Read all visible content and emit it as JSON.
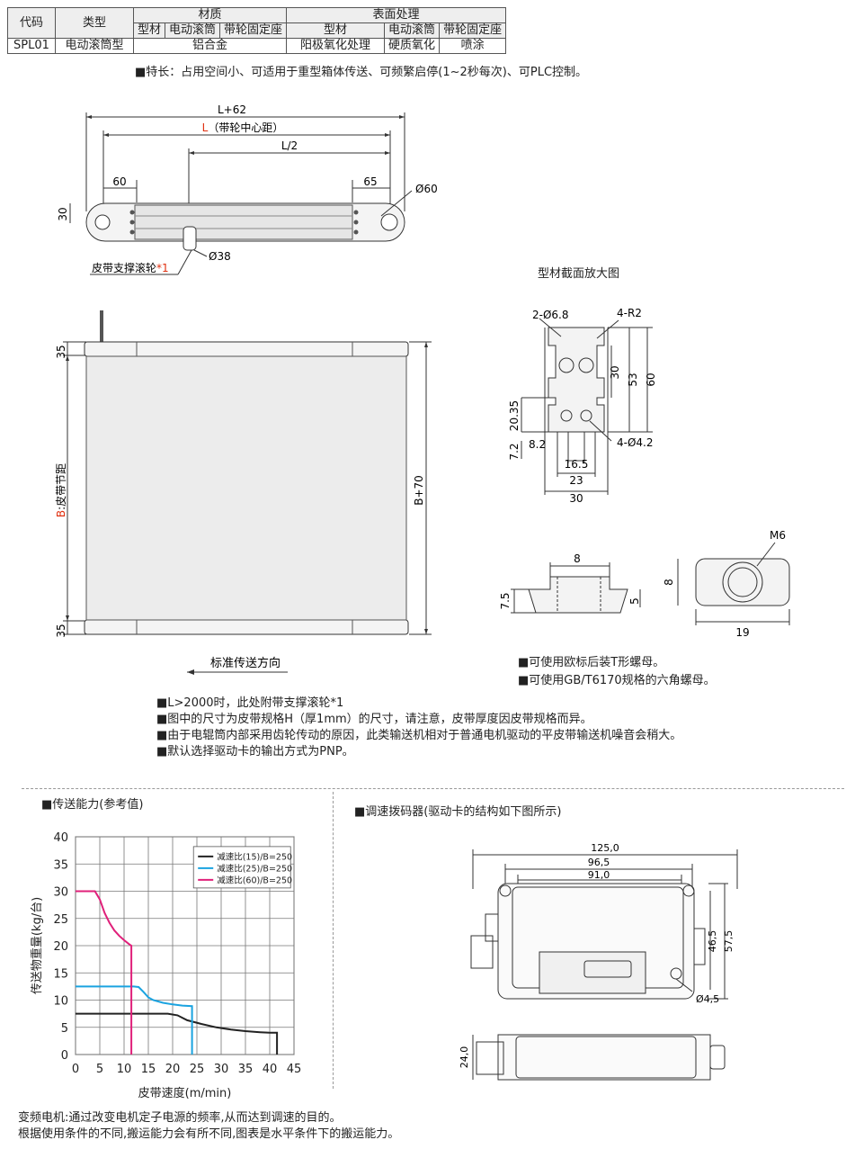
{
  "table": {
    "h_code": "代码",
    "h_type": "类型",
    "h_material": "材质",
    "h_surface": "表面处理",
    "sub_profile": "型材",
    "sub_roller": "电动滚筒",
    "sub_seat": "带轮固定座",
    "sub2_profile": "型材",
    "sub2_roller": "电动滚筒",
    "sub2_seat": "带轮固定座",
    "code": "SPL01",
    "type": "电动滚筒型",
    "material_value": "铝合金",
    "surf_profile": "阳极氧化处理",
    "surf_roller": "硬质氧化",
    "surf_seat": "喷涂"
  },
  "feature": "■特长：占用空间小、可适用于重型箱体传送、可频繁启停(1~2秒每次)、可PLC控制。",
  "top_view": {
    "dim_total": "L+62",
    "dim_center_prefix": "L",
    "dim_center_rest": "（带轮中心距）",
    "dim_half": "L/2",
    "dim_left": "60",
    "dim_right": "65",
    "dim_thick": "30",
    "dim_dia60": "Ø60",
    "dim_dia38": "Ø38",
    "roller_label": "皮带支撑滚轮",
    "roller_mark": "*1"
  },
  "front_view": {
    "dim_top": "35",
    "dim_bottom": "35",
    "pitch_prefix": "B",
    "pitch_rest": ":皮带节距",
    "dim_b70": "B+70",
    "direction": "标准传送方向"
  },
  "profile": {
    "title": "型材截面放大图",
    "d1": "2-Ø6.8",
    "d2": "4-R2",
    "d3": "30",
    "d4": "53",
    "d5": "60",
    "d6": "20.35",
    "d7": "7.2",
    "d8": "8.2",
    "d9": "4-Ø4.2",
    "d10": "16.5",
    "d11": "23",
    "d12": "30"
  },
  "nut": {
    "d1": "8",
    "d2": "7.5",
    "d3": "5",
    "d4": "M6",
    "d5": "8",
    "d6": "19"
  },
  "nut_notes": [
    "■可使用欧标后装T形螺母。",
    "■可使用GB/T6170规格的六角螺母。"
  ],
  "notes": [
    "■L>2000时，此处附带支撑滚轮*1",
    "■图中的尺寸为皮带规格H（厚1mm）的尺寸，请注意，皮带厚度因皮带规格而异。",
    "■由于电辊筒内部采用齿轮传动的原因，此类输送机相对于普通电机驱动的平皮带输送机噪音会稍大。",
    "■默认选择驱动卡的输出方式为PNP。"
  ],
  "chart_title": "■传送能力(参考值)",
  "chart_data": {
    "type": "line",
    "xlabel": "皮带速度(m/min)",
    "ylabel": "传送物重量(kg/台)",
    "xlim": [
      0,
      45
    ],
    "ylim": [
      0,
      40
    ],
    "xticks": [
      "0",
      "5",
      "10",
      "15",
      "20",
      "25",
      "30",
      "35",
      "40",
      "45"
    ],
    "yticks": [
      "0",
      "5",
      "10",
      "15",
      "20",
      "25",
      "30",
      "35",
      "40"
    ],
    "grid": true,
    "legend": "top-right",
    "series": [
      {
        "name": "减速比(15)/B=250",
        "color": "#222222",
        "points": [
          [
            0,
            7.5
          ],
          [
            19,
            7.5
          ],
          [
            21,
            7.2
          ],
          [
            23,
            6.3
          ],
          [
            26,
            5.6
          ],
          [
            29,
            5.0
          ],
          [
            32,
            4.6
          ],
          [
            35,
            4.3
          ],
          [
            38,
            4.1
          ],
          [
            40,
            4.0
          ],
          [
            41.5,
            4.0
          ],
          [
            41.5,
            0
          ]
        ]
      },
      {
        "name": "减速比(25)/B=250",
        "color": "#1aa3e0",
        "points": [
          [
            0,
            12.5
          ],
          [
            12,
            12.5
          ],
          [
            13,
            12.4
          ],
          [
            14,
            11.5
          ],
          [
            15,
            10.5
          ],
          [
            16,
            10.0
          ],
          [
            18,
            9.5
          ],
          [
            20,
            9.2
          ],
          [
            22,
            9.0
          ],
          [
            24,
            8.9
          ],
          [
            24,
            0
          ]
        ]
      },
      {
        "name": "减速比(60)/B=250",
        "color": "#e0207a",
        "points": [
          [
            0,
            30
          ],
          [
            4,
            30
          ],
          [
            5,
            28.5
          ],
          [
            6,
            26
          ],
          [
            7,
            24.2
          ],
          [
            8,
            22.8
          ],
          [
            9,
            21.8
          ],
          [
            10,
            21.0
          ],
          [
            11,
            20.3
          ],
          [
            11.5,
            20.0
          ],
          [
            11.5,
            0
          ]
        ]
      }
    ]
  },
  "dip_title": "■调速拨码器(驱动卡的结构如下图所示)",
  "dip": {
    "d1": "125,0",
    "d2": "96,5",
    "d3": "91,0",
    "d4": "46,5",
    "d5": "57,5",
    "d6": "Ø4,5",
    "d7": "24,0"
  },
  "footer": [
    "变频电机:通过改变电机定子电源的频率,从而达到调速的目的。",
    "根据使用条件的不同,搬运能力会有所不同,图表是水平条件下的搬运能力。"
  ]
}
